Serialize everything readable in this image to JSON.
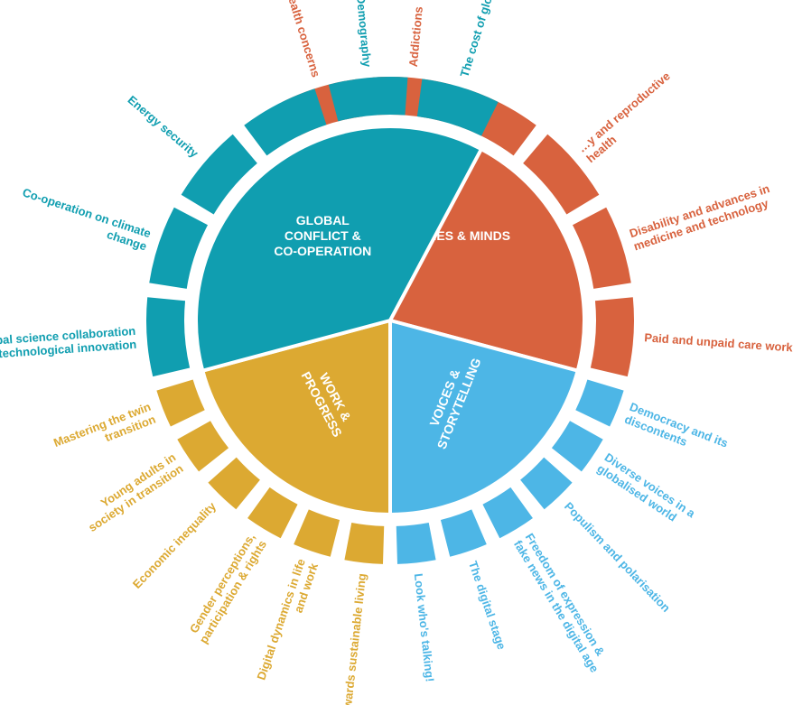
{
  "sectors": [
    {
      "key": "bodies",
      "name_lines": [
        "BODIES & MINDS"
      ],
      "color": "#d8623e",
      "topics": [
        {
          "lines": [
            "Mental health concerns"
          ]
        },
        {
          "lines": [
            "Addictions"
          ]
        },
        {
          "lines": [
            ""
          ]
        },
        {
          "lines": [
            "…y and reproductive",
            "health"
          ]
        },
        {
          "lines": [
            "Disability and advances in",
            "medicine and technology"
          ]
        },
        {
          "lines": [
            "Paid and unpaid care work"
          ]
        }
      ]
    },
    {
      "key": "voices",
      "name_lines": [
        "VOICES &",
        "STORYTELLING"
      ],
      "color": "#4db6e6",
      "topics": [
        {
          "lines": [
            "Democracy and its",
            "discontents"
          ]
        },
        {
          "lines": [
            "Diverse voices in a",
            "globalised world"
          ]
        },
        {
          "lines": [
            "Populism and polarisation"
          ]
        },
        {
          "lines": [
            "Freedom of expression &",
            "fake news in the digital age"
          ]
        },
        {
          "lines": [
            "The digital stage"
          ]
        },
        {
          "lines": [
            "Look who's talking!"
          ]
        }
      ]
    },
    {
      "key": "work",
      "name_lines": [
        "WORK &",
        "PROGRESS"
      ],
      "color": "#dca932",
      "topics": [
        {
          "lines": [
            "Towards sustainable living"
          ]
        },
        {
          "lines": [
            "Digital dynamics in life",
            "and work"
          ]
        },
        {
          "lines": [
            "Gender perceptions,",
            "participation & rights"
          ]
        },
        {
          "lines": [
            "Economic inequality"
          ]
        },
        {
          "lines": [
            "Young adults in",
            "society in transition"
          ]
        },
        {
          "lines": [
            "Mastering the twin",
            "transition"
          ]
        }
      ]
    },
    {
      "key": "global",
      "name_lines": [
        "GLOBAL",
        "CONFLICT &",
        "CO-OPERATION"
      ],
      "color": "#109eb0",
      "topics": [
        {
          "lines": [
            "Global science collaboration",
            "& technological innovation"
          ]
        },
        {
          "lines": [
            "Co-operation on climate",
            "change"
          ]
        },
        {
          "lines": [
            "Energy security"
          ]
        },
        {
          "lines": [
            ""
          ]
        },
        {
          "lines": [
            "Demography"
          ]
        },
        {
          "lines": [
            "The cost of global conflict"
          ]
        }
      ]
    }
  ]
}
